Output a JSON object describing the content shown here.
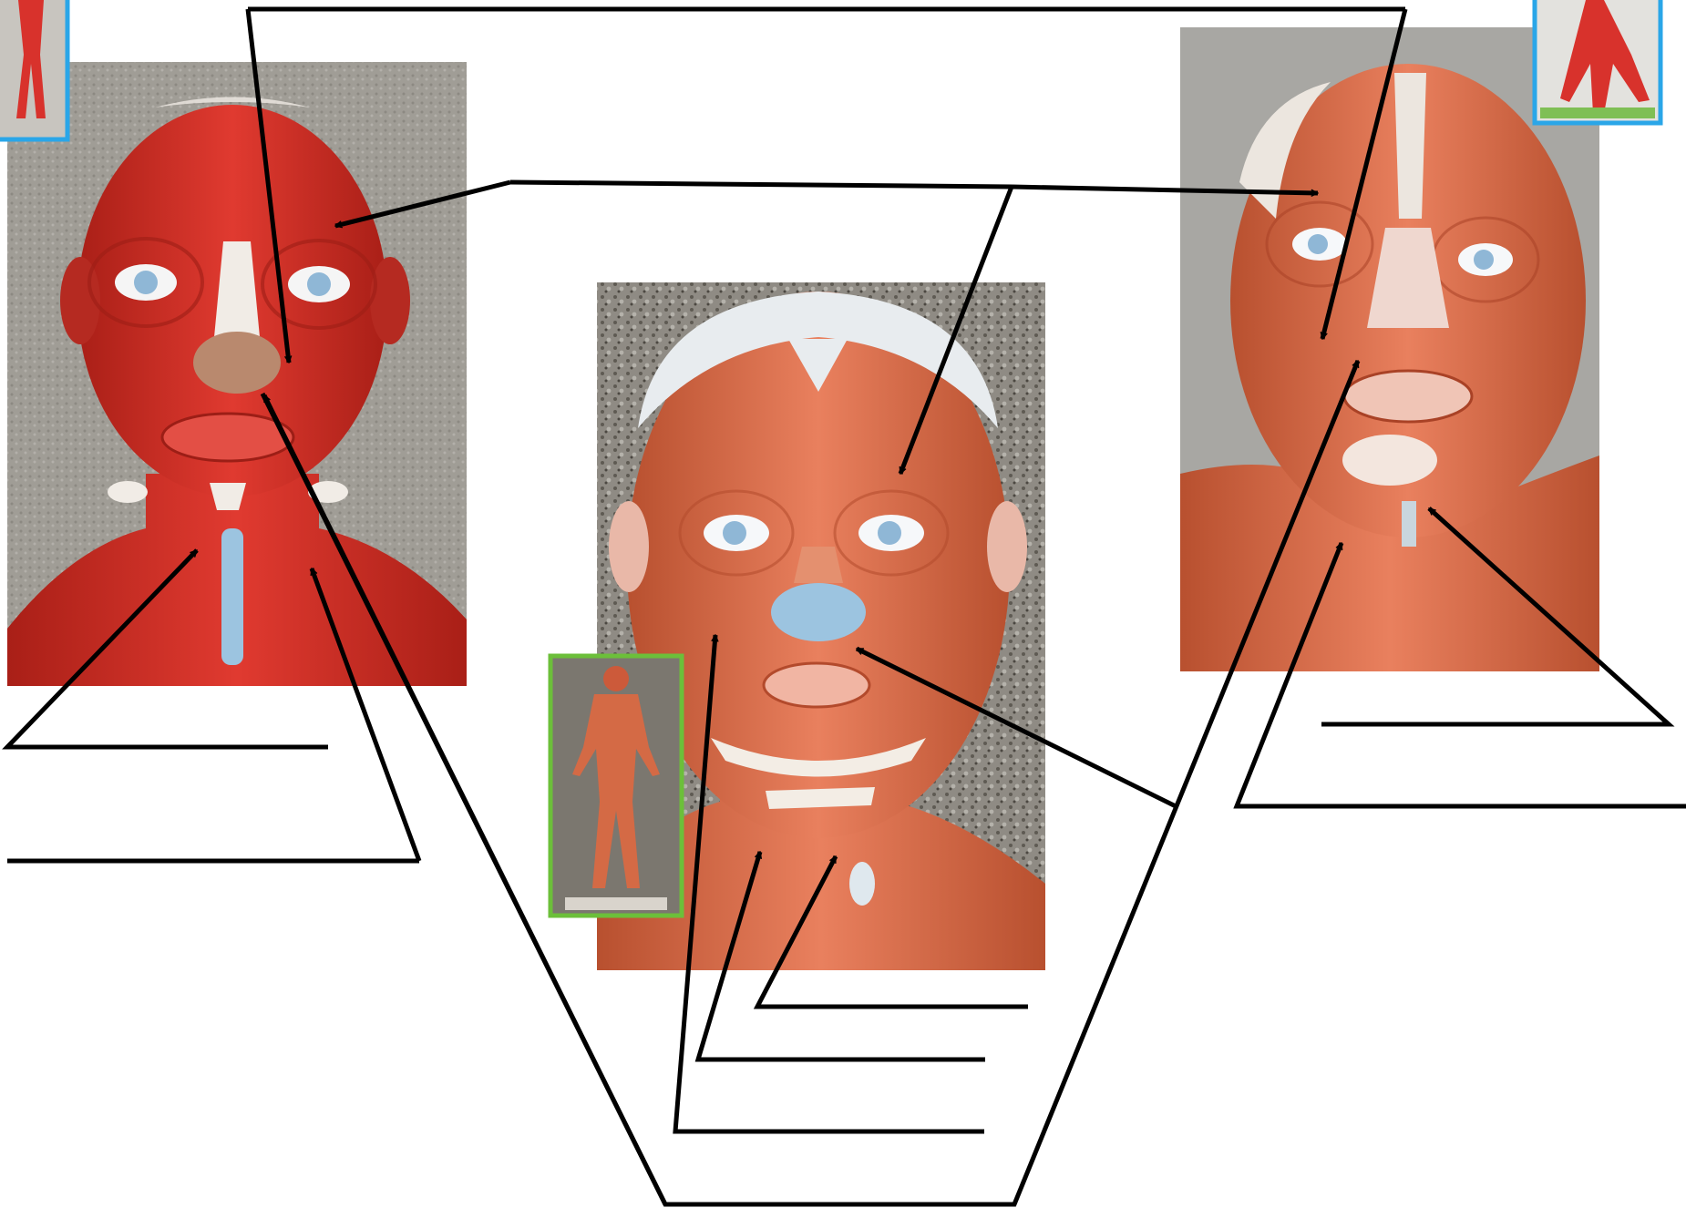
{
  "colors": {
    "background": "#ffffff",
    "leader_line": "#000000",
    "muscle_red": "#d8322c",
    "muscle_dark": "#a61f1a",
    "tendon_white": "#f1ece6",
    "eye_blue": "#9cc4e0",
    "photo_gray": "#9a9892",
    "photo_carpet": "#6f6a62",
    "thumb_border_blue": "#2aa6e8",
    "thumb_border_green": "#6cbf3a"
  },
  "photos": {
    "left": {
      "name": "left-head-photo",
      "view": "anterior",
      "palette": "red"
    },
    "center": {
      "name": "center-head-photo",
      "view": "anterior",
      "palette": "salmon"
    },
    "right": {
      "name": "right-head-photo",
      "view": "anterior-oblique",
      "palette": "salmon"
    }
  },
  "thumbnails": [
    {
      "name": "thumbnail-full-body-left",
      "border": "blue"
    },
    {
      "name": "thumbnail-full-body-center",
      "border": "green"
    },
    {
      "name": "thumbnail-full-body-right",
      "border": "blue"
    }
  ],
  "answer_blanks": [
    {
      "name": "blank-left-1",
      "value": ""
    },
    {
      "name": "blank-left-2",
      "value": ""
    },
    {
      "name": "blank-center-1",
      "value": ""
    },
    {
      "name": "blank-center-2",
      "value": ""
    },
    {
      "name": "blank-center-3",
      "value": ""
    },
    {
      "name": "blank-center-4",
      "value": ""
    },
    {
      "name": "blank-right-1",
      "value": ""
    },
    {
      "name": "blank-right-2",
      "value": ""
    }
  ]
}
